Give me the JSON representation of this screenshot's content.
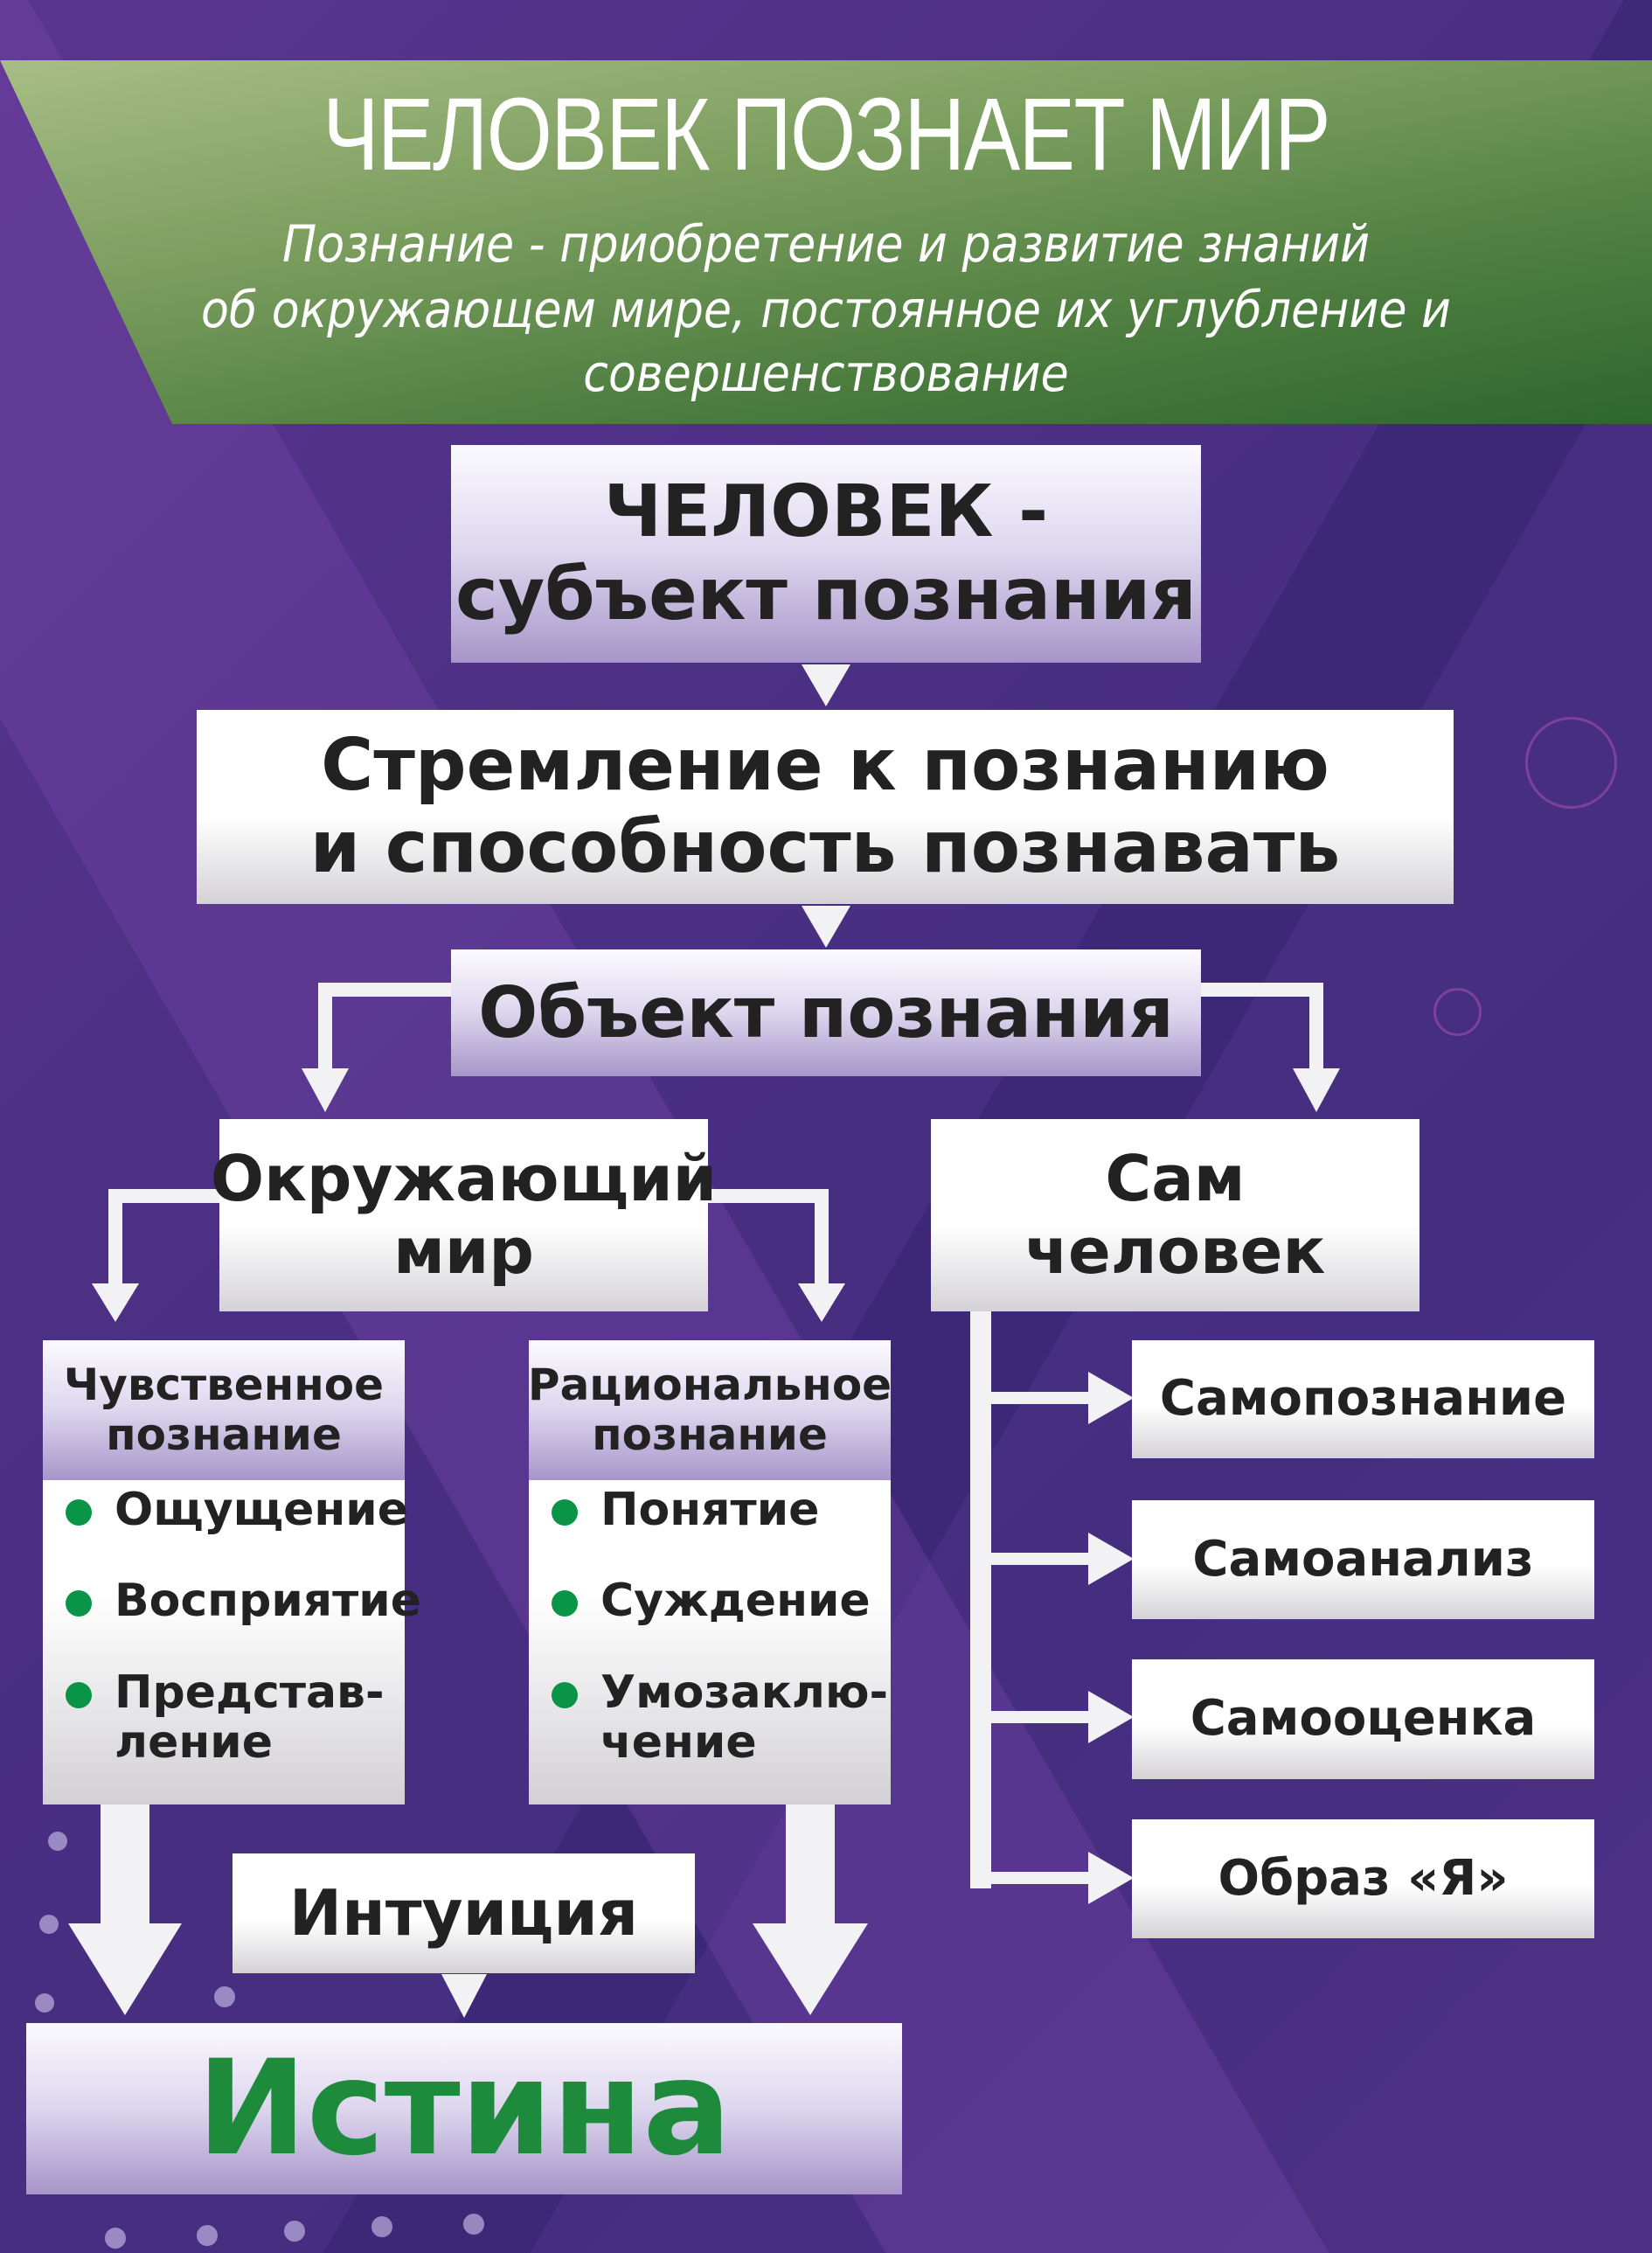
{
  "header": {
    "title": "ЧЕЛОВЕК ПОЗНАЕТ МИР",
    "subtitle_lines": [
      "Познание - приобретение и развитие знаний",
      "об окружающем мире, постоянное их углубление и",
      "совершенствование"
    ]
  },
  "subject": {
    "line1": "ЧЕЛОВЕК -",
    "line2": "субъект познания"
  },
  "ability": {
    "line1": "Стремление к познанию",
    "line2": "и способность познавать"
  },
  "object": "Объект познания",
  "world": {
    "line1": "Окружающий",
    "line2": "мир"
  },
  "self": {
    "line1": "Сам",
    "line2": "человек"
  },
  "sensory": {
    "title1": "Чувственное",
    "title2": "познание",
    "items": [
      "Ощущение",
      "Восприятие",
      "Представ-\nление"
    ]
  },
  "rational": {
    "title1": "Рациональное",
    "title2": "познание",
    "items": [
      "Понятие",
      "Суждение",
      "Умозаклю-\nчение"
    ]
  },
  "self_items": [
    "Самопознание",
    "Самоанализ",
    "Самооценка",
    "Образ «Я»"
  ],
  "intuition": "Интуиция",
  "truth": "Истина",
  "colors": {
    "accent_green": "#1e8a3c",
    "bullet": "#0a9447",
    "background": "#4a2f82"
  }
}
